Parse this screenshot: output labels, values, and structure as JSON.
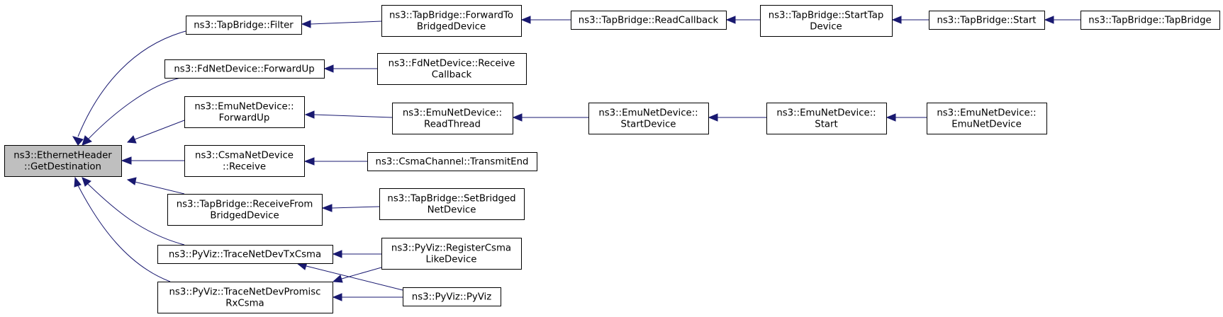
{
  "diagram": {
    "nodes": [
      {
        "id": "root",
        "lines": [
          "ns3::EthernetHeader",
          "::GetDestination"
        ],
        "root": true
      },
      {
        "id": "filter",
        "lines": [
          "ns3::TapBridge::Filter"
        ]
      },
      {
        "id": "fdfwd",
        "lines": [
          "ns3::FdNetDevice::ForwardUp"
        ]
      },
      {
        "id": "emufwd",
        "lines": [
          "ns3::EmuNetDevice::",
          "ForwardUp"
        ]
      },
      {
        "id": "csmarecv",
        "lines": [
          "ns3::CsmaNetDevice",
          "::Receive"
        ]
      },
      {
        "id": "tbrecv",
        "lines": [
          "ns3::TapBridge::ReceiveFrom",
          "BridgedDevice"
        ]
      },
      {
        "id": "pytx",
        "lines": [
          "ns3::PyViz::TraceNetDevTxCsma"
        ]
      },
      {
        "id": "pyprom",
        "lines": [
          "ns3::PyViz::TraceNetDevPromisc",
          "RxCsma"
        ]
      },
      {
        "id": "tbfwdto",
        "lines": [
          "ns3::TapBridge::ForwardTo",
          "BridgedDevice"
        ]
      },
      {
        "id": "fdrecvcb",
        "lines": [
          "ns3::FdNetDevice::Receive",
          "Callback"
        ]
      },
      {
        "id": "emuread",
        "lines": [
          "ns3::EmuNetDevice::",
          "ReadThread"
        ]
      },
      {
        "id": "csmatxend",
        "lines": [
          "ns3::CsmaChannel::TransmitEnd"
        ]
      },
      {
        "id": "tbsetbr",
        "lines": [
          "ns3::TapBridge::SetBridged",
          "NetDevice"
        ]
      },
      {
        "id": "pyreg",
        "lines": [
          "ns3::PyViz::RegisterCsma",
          "LikeDevice"
        ]
      },
      {
        "id": "pyviz",
        "lines": [
          "ns3::PyViz::PyViz"
        ]
      },
      {
        "id": "tbreadcb",
        "lines": [
          "ns3::TapBridge::ReadCallback"
        ]
      },
      {
        "id": "emustartdev",
        "lines": [
          "ns3::EmuNetDevice::",
          "StartDevice"
        ]
      },
      {
        "id": "tbstarttap",
        "lines": [
          "ns3::TapBridge::StartTap",
          "Device"
        ]
      },
      {
        "id": "emustart",
        "lines": [
          "ns3::EmuNetDevice::",
          "Start"
        ]
      },
      {
        "id": "tbstart",
        "lines": [
          "ns3::TapBridge::Start"
        ]
      },
      {
        "id": "emuctor",
        "lines": [
          "ns3::EmuNetDevice::",
          "EmuNetDevice"
        ]
      },
      {
        "id": "tbctor",
        "lines": [
          "ns3::TapBridge::TapBridge"
        ]
      }
    ],
    "edges": [
      {
        "from": "filter",
        "to": "root"
      },
      {
        "from": "fdfwd",
        "to": "root"
      },
      {
        "from": "emufwd",
        "to": "root"
      },
      {
        "from": "csmarecv",
        "to": "root"
      },
      {
        "from": "tbrecv",
        "to": "root"
      },
      {
        "from": "pytx",
        "to": "root"
      },
      {
        "from": "pyprom",
        "to": "root"
      },
      {
        "from": "tbfwdto",
        "to": "filter"
      },
      {
        "from": "fdrecvcb",
        "to": "fdfwd"
      },
      {
        "from": "emuread",
        "to": "emufwd"
      },
      {
        "from": "csmatxend",
        "to": "csmarecv"
      },
      {
        "from": "tbsetbr",
        "to": "tbrecv"
      },
      {
        "from": "pyreg",
        "to": "pytx"
      },
      {
        "from": "pyviz",
        "to": "pytx"
      },
      {
        "from": "pyreg",
        "to": "pyprom"
      },
      {
        "from": "pyviz",
        "to": "pyprom"
      },
      {
        "from": "tbreadcb",
        "to": "tbfwdto"
      },
      {
        "from": "emustartdev",
        "to": "emuread"
      },
      {
        "from": "tbstarttap",
        "to": "tbreadcb"
      },
      {
        "from": "emustart",
        "to": "emustartdev"
      },
      {
        "from": "tbstart",
        "to": "tbstarttap"
      },
      {
        "from": "emuctor",
        "to": "emustart"
      },
      {
        "from": "tbctor",
        "to": "tbstart"
      }
    ],
    "colors": {
      "edge": "#191970",
      "root_fill": "#bfbfbf",
      "node_fill": "#ffffff",
      "node_border": "#000000"
    }
  }
}
